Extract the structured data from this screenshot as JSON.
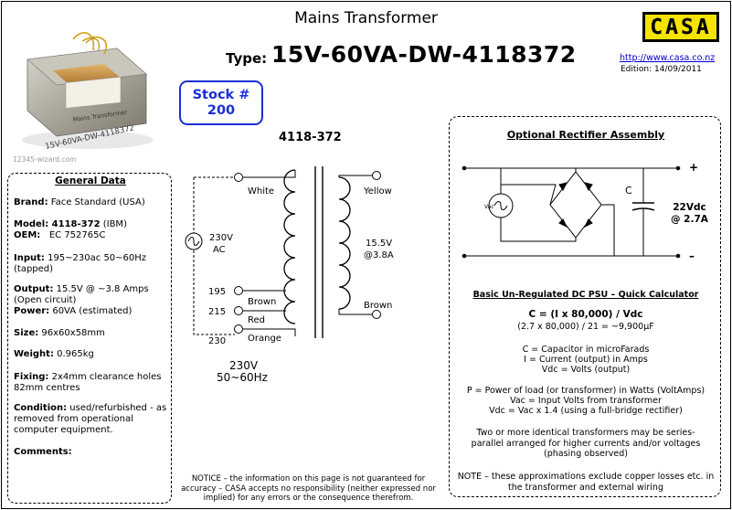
{
  "header": {
    "title": "Mains Transformer",
    "type_label": "Type:",
    "type_value": "15V-60VA-DW-4118372",
    "logo_text": "CASA",
    "url": "http://www.casa.co.nz",
    "edition": "Edition:  14/09/2011"
  },
  "photo": {
    "label_top": "Mains Transformer",
    "label_bottom": "15V-60VA-DW-4118372",
    "watermark": "12345-wizard.com"
  },
  "stock": {
    "line1": "Stock #",
    "line2": "200"
  },
  "model_id": "4118-372",
  "general": {
    "heading": "General Data",
    "brand_label": "Brand:",
    "brand_value": " Face Standard (USA)",
    "model_label": "Model:",
    "model_value": " 4118-372",
    "model_suffix": " (IBM)",
    "oem_label": "OEM:",
    "oem_value": "   EC 752765C",
    "input_label": "Input:",
    "input_value": " 195~230ac 50~60Hz",
    "input_line2": "(tapped)",
    "output_label": "Output:",
    "output_value": " 15.5V @ ~3.8 Amps",
    "output_line2": "(Open circuit)",
    "power_label": "Power:",
    "power_value": " 60VA (estimated)",
    "size_label": "Size:",
    "size_value": " 96x60x58mm",
    "weight_label": "Weight:",
    "weight_value": " 0.965kg",
    "fixing_label": "Fixing:",
    "fixing_value": " 2x4mm clearance holes",
    "fixing_line2": "82mm centres",
    "condition_label": "Condition:",
    "condition_value": " used/refurbished - as",
    "condition_line2": "removed from operational",
    "condition_line3": "computer equipment.",
    "comments_label": "Comments:"
  },
  "diagram": {
    "white": "White",
    "ac_volts": "230V",
    "ac_label": "AC",
    "tap_195": "195",
    "tap_215": "215",
    "tap_230": "230",
    "brown_primary": "Brown",
    "red": "Red",
    "orange": "Orange",
    "yellow": "Yellow",
    "sec_volts": "15.5V",
    "sec_amps": "@3.8A",
    "brown_secondary": "Brown",
    "caption_volts": "230V",
    "caption_freq": "50~60Hz"
  },
  "notice": "NOTICE – the information on this page is not guaranteed for accuracy – CASA accepts no responsibility (neither expressed nor implied) for any errors or the consequence therefrom.",
  "rectifier": {
    "heading": "Optional Rectifier Assembly",
    "vac": "Vac",
    "cap": "C",
    "plus": "+",
    "minus": "–",
    "vout_line1": "22Vdc",
    "vout_line2": "@ 2.7A",
    "calc_heading": "Basic Un-Regulated DC PSU – Quick Calculator",
    "formula": "C = (I x 80,000) / Vdc",
    "example": "(2.7 x 80,000) / 21 = ~9,900µF",
    "def_c": "C = Capacitor in microFarads",
    "def_i": "I = Current (output) in Amps",
    "def_v": "Vdc = Volts (output)",
    "def_p": "P = Power of load (or transformer) in Watts (VoltAmps)",
    "def_vac": "Vac = Input Volts from transformer",
    "def_vdc": "Vdc = Vac x 1.4 (using a full-bridge rectifier)",
    "series_note": "Two or more identical transformers may be series-parallel arranged for higher currents and/or voltages (phasing observed)",
    "final_note": "NOTE – these approximations exclude copper losses etc. in the transformer and external wiring"
  },
  "colors": {
    "stock_blue": "#1a2fd6",
    "logo_yellow": "#f5e400",
    "link_blue": "#0000cc"
  }
}
